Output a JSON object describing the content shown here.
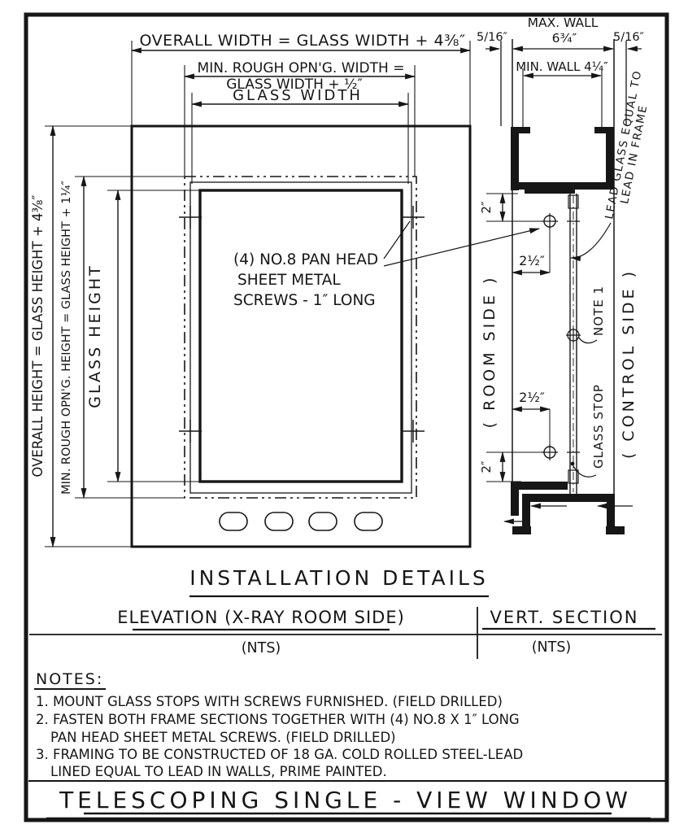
{
  "colors": {
    "ink": "#161616",
    "paper": "#ffffff"
  },
  "headings": {
    "installation_details": "INSTALLATION DETAILS",
    "elevation": "ELEVATION (X-RAY ROOM SIDE)",
    "elevation_nts": "(NTS)",
    "vert_section": "VERT. SECTION",
    "vert_section_nts": "(NTS)"
  },
  "elevation": {
    "dims": {
      "overall_width": "OVERALL WIDTH = GLASS WIDTH + 4⅜″",
      "min_rough_width_line1": "MIN. ROUGH OPN'G. WIDTH =",
      "min_rough_width_line2": "GLASS WIDTH + ½″",
      "glass_width": "GLASS WIDTH",
      "overall_height": "OVERALL HEIGHT = GLASS HEIGHT + 4⅜″",
      "min_rough_height": "MIN. ROUGH OPN'G. HEIGHT = GLASS HEIGHT + 1¼″",
      "glass_height": "GLASS HEIGHT"
    },
    "callout": {
      "line1": "(4) NO.8 PAN HEAD",
      "line2": "SHEET METAL",
      "line3": "SCREWS - 1″ LONG"
    }
  },
  "section": {
    "dims": {
      "flange_left": "5/16″",
      "max_wall_line1": "MAX. WALL",
      "max_wall_line2": "6¾″",
      "flange_right": "5/16″",
      "min_wall": "MIN. WALL 4¼″",
      "screw_offset_top": "2½″",
      "screw_offset_bottom": "2½″",
      "edge_distance_top": "2″",
      "edge_distance_bottom": "2″"
    },
    "labels": {
      "room_side": "( ROOM  SIDE )",
      "control_side": "( CONTROL  SIDE )",
      "note1": "NOTE 1",
      "glass_stop": "GLASS STOP",
      "lead_glass_line1": "LEAD GLASS EQUAL TO",
      "lead_glass_line2": "LEAD IN FRAME"
    }
  },
  "notes": {
    "heading": "NOTES:",
    "lines": [
      "1. MOUNT GLASS STOPS WITH SCREWS FURNISHED. (FIELD DRILLED)",
      "2. FASTEN BOTH FRAME SECTIONS TOGETHER WITH (4) NO.8 X 1″ LONG",
      "PAN HEAD SHEET METAL SCREWS.  (FIELD DRILLED)",
      "3. FRAMING TO BE CONSTRUCTED OF 18 GA. COLD ROLLED STEEL-LEAD",
      "LINED EQUAL TO LEAD IN WALLS, PRIME PAINTED."
    ]
  },
  "title_block": {
    "title": "TELESCOPING SINGLE - VIEW WINDOW"
  }
}
